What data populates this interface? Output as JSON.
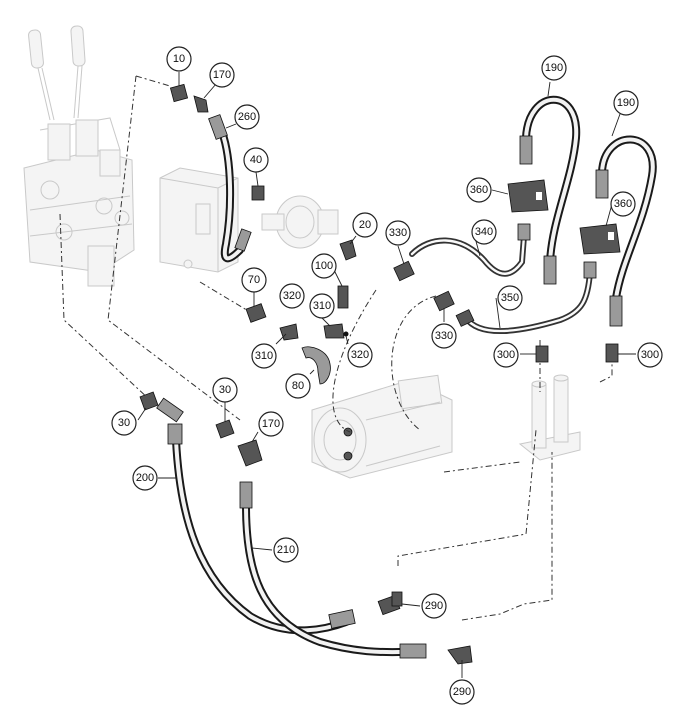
{
  "callouts": [
    {
      "label": "10"
    },
    {
      "label": "170"
    },
    {
      "label": "260"
    },
    {
      "label": "40"
    },
    {
      "label": "20"
    },
    {
      "label": "100"
    },
    {
      "label": "70"
    },
    {
      "label": "320"
    },
    {
      "label": "310"
    },
    {
      "label": "310"
    },
    {
      "label": "320"
    },
    {
      "label": "80"
    },
    {
      "label": "330"
    },
    {
      "label": "330"
    },
    {
      "label": "340"
    },
    {
      "label": "350"
    },
    {
      "label": "190"
    },
    {
      "label": "190"
    },
    {
      "label": "360"
    },
    {
      "label": "360"
    },
    {
      "label": "300"
    },
    {
      "label": "300"
    },
    {
      "label": "30"
    },
    {
      "label": "30"
    },
    {
      "label": "170"
    },
    {
      "label": "200"
    },
    {
      "label": "210"
    },
    {
      "label": "290"
    },
    {
      "label": "290"
    }
  ]
}
